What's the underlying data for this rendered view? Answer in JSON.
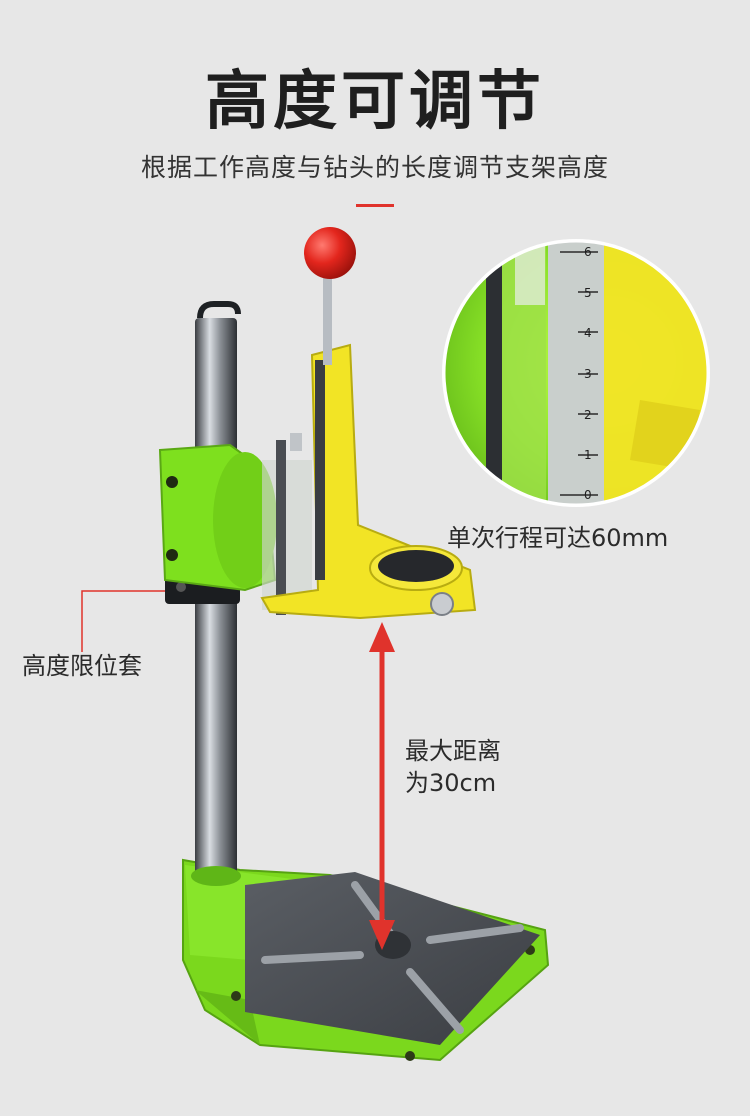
{
  "header": {
    "title": "高度可调节",
    "subtitle": "根据工作高度与钻头的长度调节支架高度"
  },
  "zoom_inset": {
    "scale_ticks": [
      "6",
      "5",
      "4",
      "3",
      "2",
      "1",
      "0"
    ]
  },
  "callouts": {
    "travel": "单次行程可达60mm",
    "height_stop": "高度限位套",
    "max_distance_line1": "最大距离",
    "max_distance_line2": "为30cm"
  },
  "colors": {
    "background": "#e7e7e7",
    "accent_red": "#e0332c",
    "frame_green": "#7ee01e",
    "arm_yellow": "#f2e425",
    "table_gray": "#4a4d52"
  }
}
